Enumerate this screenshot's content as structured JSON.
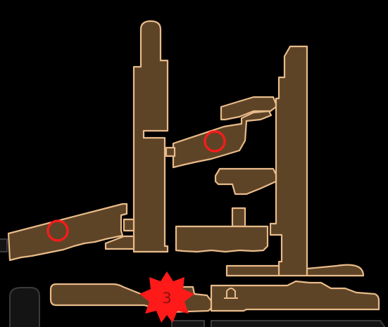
{
  "colors": {
    "background": "#000000",
    "room_fill": "#5e4427",
    "room_edge": "#e8bb8a",
    "marker": "#ff1a1a",
    "burst": "#ff1a1a",
    "burst_text": "#8b1010"
  },
  "markers": [
    {
      "icon": "red-circle-pin",
      "label": ""
    },
    {
      "icon": "red-circle-pin",
      "label": ""
    }
  ],
  "boss_marker": {
    "icon": "red-starburst-icon",
    "number": "3"
  },
  "bench": {
    "icon": "bench-icon"
  }
}
